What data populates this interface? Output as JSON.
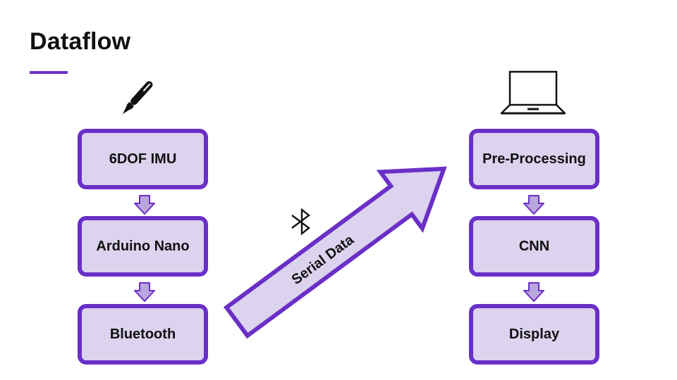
{
  "slide": {
    "title": "Dataflow",
    "accent_color": "#6a2fc7",
    "box_fill": "#dcd3ee",
    "arrow_fill": "#b9a7dd"
  },
  "icons": {
    "pen": "pen-icon",
    "bluetooth": "bluetooth-icon",
    "laptop": "laptop-icon"
  },
  "left_column": {
    "boxes": [
      "6DOF IMU",
      "Arduino Nano",
      "Bluetooth"
    ]
  },
  "link": {
    "label": "Serial Data"
  },
  "right_column": {
    "boxes": [
      "Pre-Processing",
      "CNN",
      "Display"
    ]
  }
}
